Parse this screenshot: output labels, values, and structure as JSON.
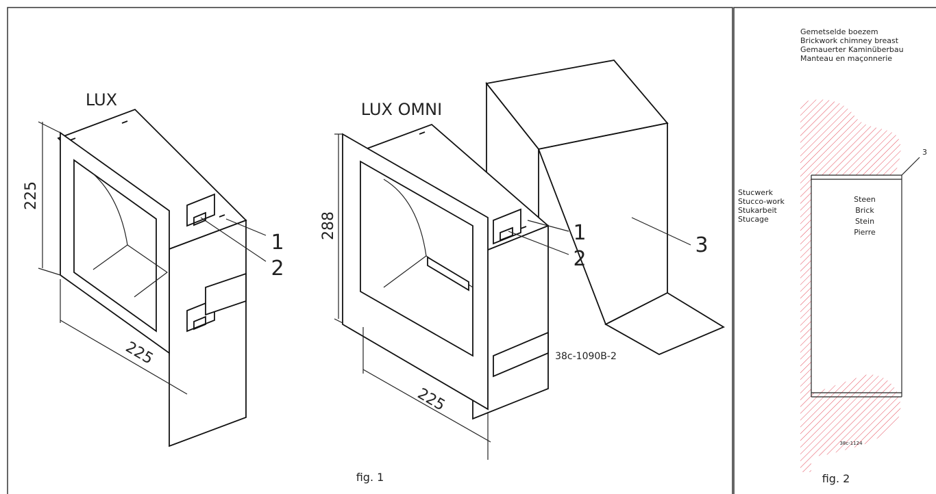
{
  "figure1": {
    "caption": "fig. 1",
    "lux": {
      "title": "LUX",
      "dim_height": "225",
      "dim_width": "225",
      "callout_1": "1",
      "callout_2": "2"
    },
    "lux_omni": {
      "title": "LUX OMNI",
      "dim_height": "288",
      "dim_width": "225",
      "callout_1": "1",
      "callout_2": "2",
      "callout_3": "3",
      "drawing_code": "38c-1090B-2"
    }
  },
  "figure2": {
    "caption": "fig. 2",
    "top_labels": [
      "Gemetselde boezem",
      "Brickwork chimney breast",
      "Gemauerter Kaminüberbau",
      "Manteau en maçonnerie"
    ],
    "left_labels": [
      "Stucwerk",
      "Stucco-work",
      "Stukarbeit",
      "Stucage"
    ],
    "inner_labels": [
      "Steen",
      "Brick",
      "Stein",
      "Pierre"
    ],
    "callout_3": "3",
    "drawing_code": "38c-1124",
    "hatch_color": "#e23a4a"
  }
}
